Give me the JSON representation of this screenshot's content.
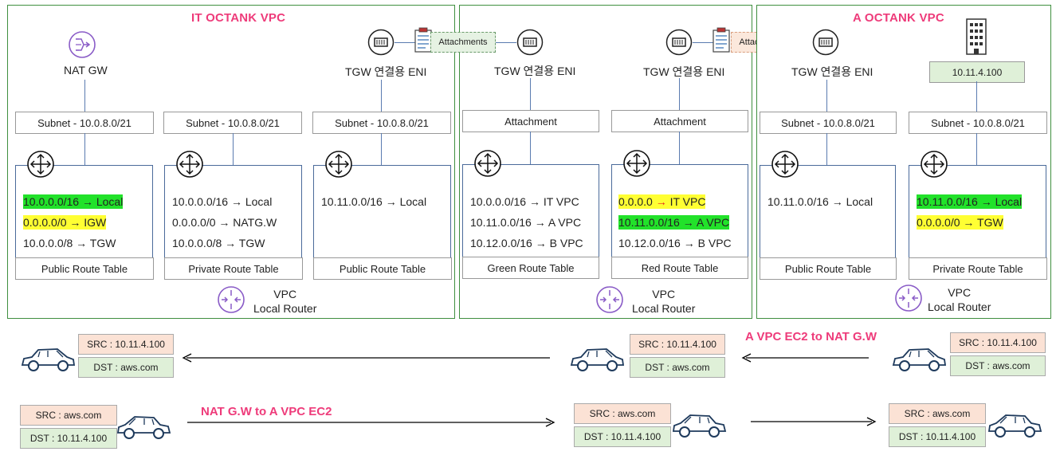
{
  "vpcs": {
    "it": {
      "title": "IT OCTANK VPC",
      "router_label": "VPC\nLocal Router",
      "nat_label": "NAT GW",
      "eni_label": "TGW 연결용 ENI",
      "columns": [
        {
          "subnet": "Subnet - 10.0.8.0/21",
          "footer": "Public Route Table",
          "routes": [
            {
              "text": "10.0.0.0/16 → Local"
            },
            {
              "text": "0.0.0.0/0    → IGW"
            },
            {
              "text": "10.0.0.0/8    → TGW"
            }
          ]
        },
        {
          "subnet": "Subnet - 10.0.8.0/21",
          "footer": "Private Route Table",
          "routes": [
            {
              "text": "10.0.0.0/16 → Local"
            },
            {
              "text": "0.0.0.0/0    →  NATG.W"
            },
            {
              "text": "10.0.0.0/8  → TGW"
            }
          ]
        },
        {
          "subnet": "Subnet - 10.0.8.0/21",
          "footer": "Public Route Table",
          "routes": [
            {
              "text": "10.11.0.0/16  → Local"
            }
          ]
        }
      ]
    },
    "tgw": {
      "router_label": "VPC\nLocal Router",
      "attachments_label": "Attachments",
      "eni_label": "TGW 연결용 ENI",
      "columns": [
        {
          "attachment": "Attachment",
          "footer": "Green Route Table",
          "routes": [
            {
              "text": "10.0.0.0/16 → IT VPC"
            },
            {
              "text": "10.11.0.0/16 → A VPC"
            },
            {
              "text": "10.12.0.0/16 → B VPC"
            }
          ]
        },
        {
          "attachment": "Attachment",
          "footer": "Red Route Table",
          "routes": [
            {
              "text": "0.0.0.0 → IT VPC"
            },
            {
              "text": "10.11.0.0/16 → A VPC"
            },
            {
              "text": "10.12.0.0/16 → B VPC"
            }
          ]
        }
      ]
    },
    "a": {
      "title": "A OCTANK VPC",
      "router_label": "VPC\nLocal Router",
      "attachments_label": "Attachments",
      "eni_label": "TGW 연결용 ENI",
      "host": "10.11.4.100",
      "columns": [
        {
          "subnet": "Subnet - 10.0.8.0/21",
          "footer": "Public Route Table",
          "routes": [
            {
              "text": "10.11.0.0/16  → Local"
            }
          ]
        },
        {
          "subnet": "Subnet - 10.0.8.0/21",
          "footer": "Private Route Table",
          "routes": [
            {
              "text": "10.11.0.0/16 → Local"
            },
            {
              "text": "0.0.0.0/0    →  TGW"
            }
          ]
        }
      ]
    }
  },
  "flows": {
    "outbound": {
      "title": "A VPC EC2 to NAT G.W",
      "packets": [
        {
          "src": "SRC : 10.11.4.100",
          "dst": "DST : aws.com"
        },
        {
          "src": "SRC : 10.11.4.100",
          "dst": "DST : aws.com"
        },
        {
          "src": "SRC : 10.11.4.100",
          "dst": "DST : aws.com"
        }
      ]
    },
    "inbound": {
      "title": "NAT G.W to A VPC EC2",
      "packets": [
        {
          "src": "SRC : aws.com",
          "dst": "DST : 10.11.4.100"
        },
        {
          "src": "SRC : aws.com",
          "dst": "DST : 10.11.4.100"
        },
        {
          "src": "SRC : aws.com",
          "dst": "DST : 10.11.4.100"
        }
      ]
    }
  },
  "colors": {
    "vpc_border": "#3f8f3f",
    "title": "#ee3b7a",
    "highlight_green": "#22e22a",
    "highlight_yellow": "#ffff33",
    "arrow_red": "#e3261d",
    "router_purple": "#8a5cc7"
  }
}
